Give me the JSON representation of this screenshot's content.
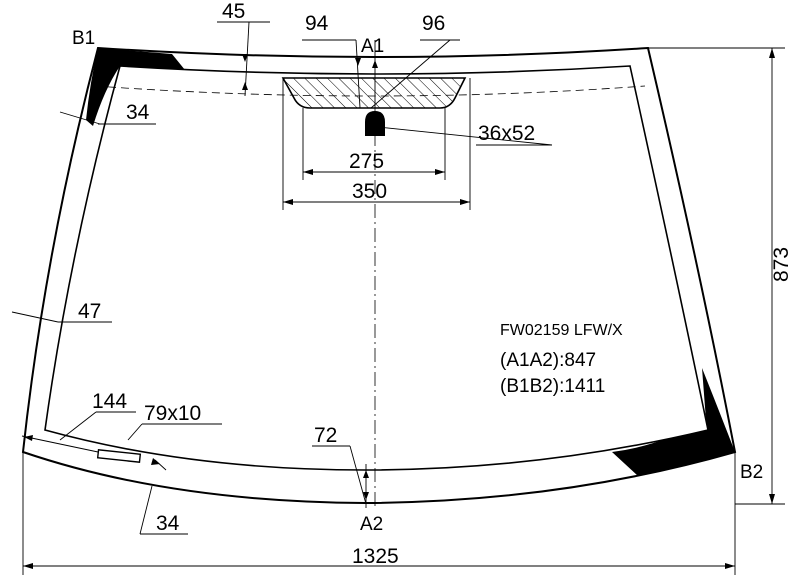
{
  "points": {
    "b1": "B1",
    "a1": "A1",
    "a2": "A2",
    "b2": "B2"
  },
  "dimensions": {
    "top_band": "45",
    "sensor_left": "94",
    "sensor_right": "96",
    "left_black": "34",
    "sensor_size": "36x52",
    "inner_width": "275",
    "outer_width": "350",
    "height": "873",
    "side_band": "47",
    "vin_distance": "144",
    "vin_size": "79x10",
    "bottom_band": "72",
    "bottom_left": "34",
    "total_width": "1325"
  },
  "info": {
    "part_code": "FW02159  LFW/X",
    "a1a2": "(A1A2):847",
    "b1b2": "(B1B2):1411"
  }
}
